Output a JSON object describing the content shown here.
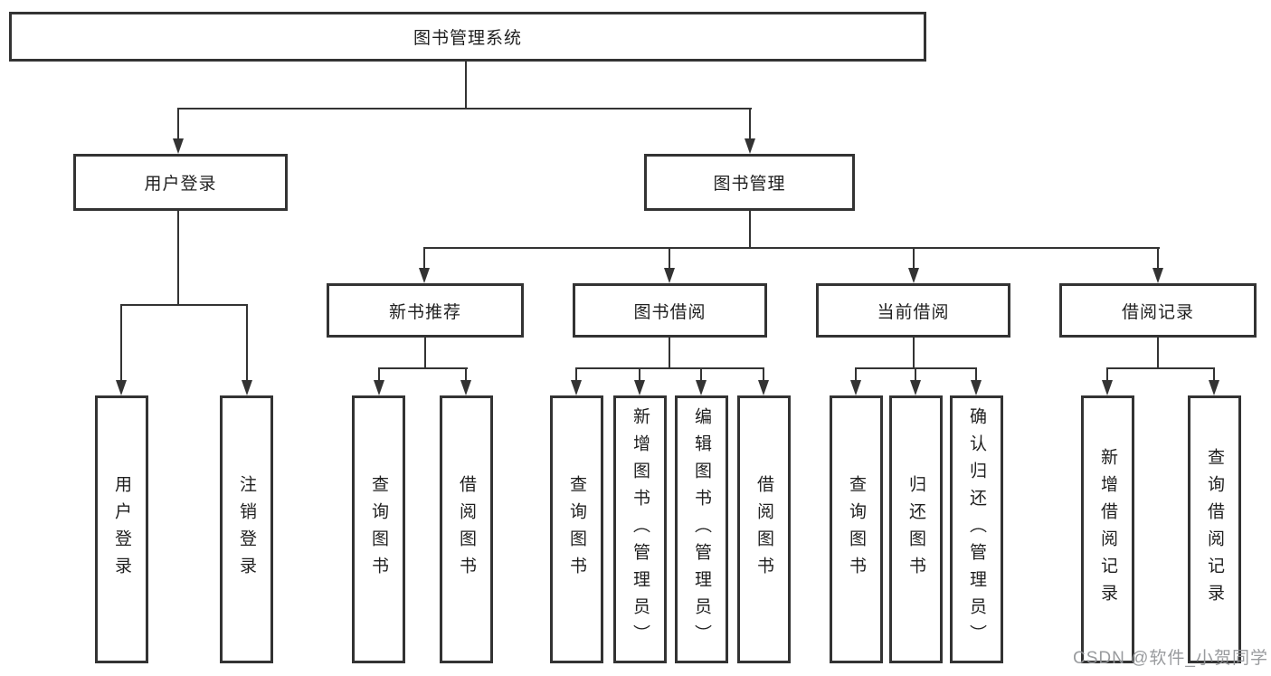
{
  "diagram": {
    "title": "图书管理系统",
    "nodes": {
      "root": "图书管理系统",
      "l2": [
        "用户登录",
        "图书管理"
      ],
      "l3": [
        "新书推荐",
        "图书借阅",
        "当前借阅",
        "借阅记录"
      ],
      "l4": [
        "用户登录",
        "注销登录",
        "查询图书",
        "借阅图书",
        "查询图书",
        "新增图书（管理员）",
        "编辑图书（管理员）",
        "借阅图书",
        "查询图书",
        "归还图书",
        "确认归还（管理员）",
        "新增借阅记录",
        "查询借阅记录"
      ]
    },
    "colors": {
      "line": "#333333",
      "text": "#1f1f1f",
      "background": "#ffffff",
      "watermark": "#949699"
    }
  },
  "watermark": {
    "text": "CSDN @软件_小贺同学"
  }
}
